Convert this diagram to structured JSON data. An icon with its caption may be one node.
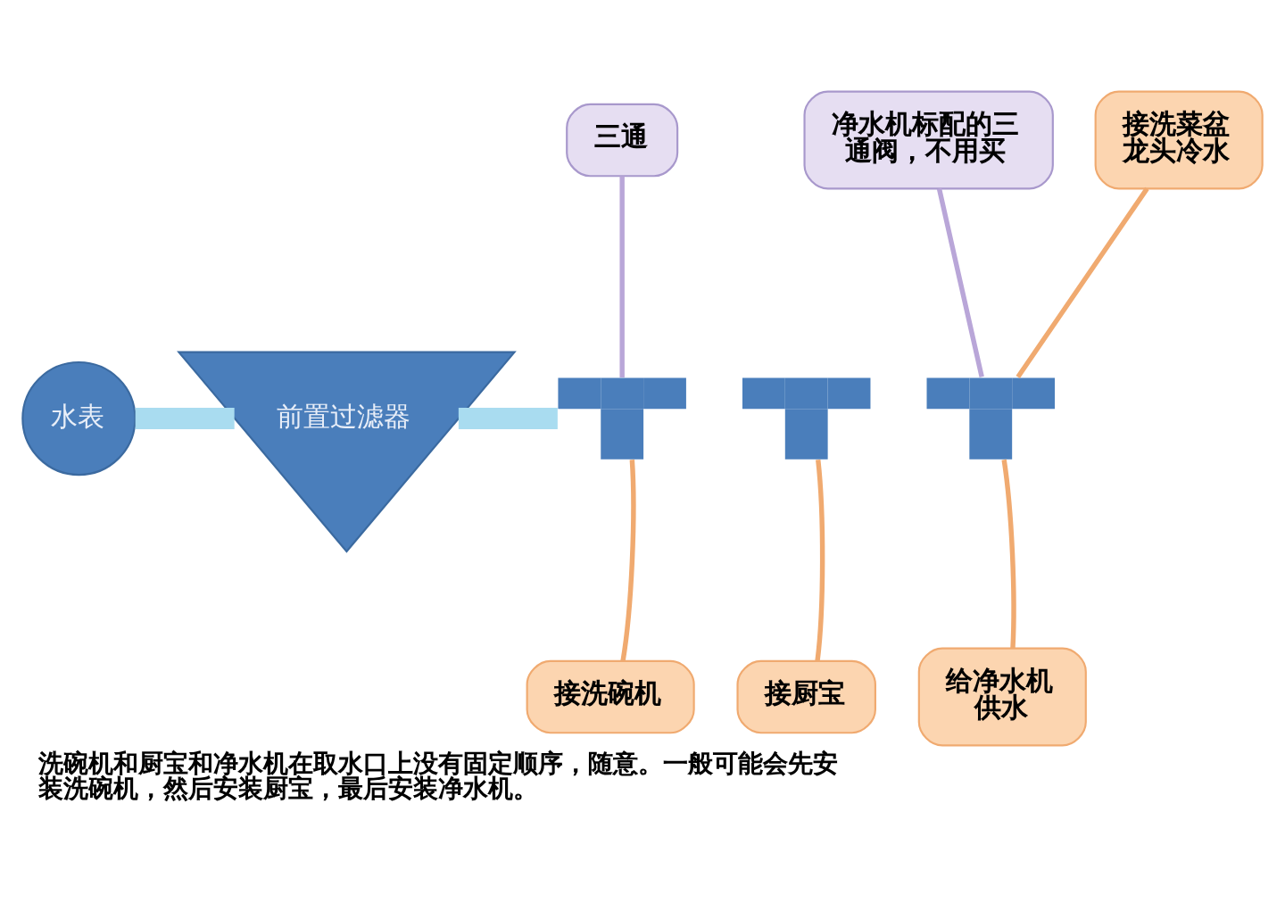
{
  "diagram": {
    "caption": "洗碗机和厨宝和净水机在取水口上没有固定顺序，随意。一般可能会先安装洗碗机，然后安装厨宝，最后安装净水机。",
    "nodes": [
      {
        "text": [
          "水表"
        ]
      },
      {
        "text": [
          "前置过滤器"
        ]
      },
      {
        "text": [],
        "shape": "tee"
      },
      {
        "text": [],
        "shape": "tee"
      },
      {
        "text": [],
        "shape": "tee"
      },
      {
        "text": [
          "三通"
        ]
      },
      {
        "text": [
          "净水机标配的三通阀，不用买"
        ]
      },
      {
        "text": [
          "接洗菜盆龙头冷水"
        ]
      },
      {
        "text": [
          "接洗碗机"
        ]
      },
      {
        "text": [
          "接厨宝"
        ]
      },
      {
        "text": [
          "给净水机供水"
        ]
      }
    ],
    "edges": [
      {
        "from": 0,
        "to": 1,
        "arrow": "none",
        "style": "thick",
        "color": "#a9dcf0"
      },
      {
        "from": 1,
        "to": 2,
        "arrow": "none",
        "style": "thick",
        "color": "#a9dcf0"
      },
      {
        "from": 5,
        "to": 2,
        "arrow": "none",
        "color": "#b9a6d8"
      },
      {
        "from": 6,
        "to": 4,
        "arrow": "none",
        "color": "#b9a6d8"
      },
      {
        "from": 7,
        "to": 4,
        "arrow": "none"
      },
      {
        "from": 8,
        "to": 2,
        "arrow": "none"
      },
      {
        "from": 9,
        "to": 3,
        "arrow": "none"
      },
      {
        "from": 10,
        "to": 4,
        "arrow": "none"
      }
    ]
  }
}
